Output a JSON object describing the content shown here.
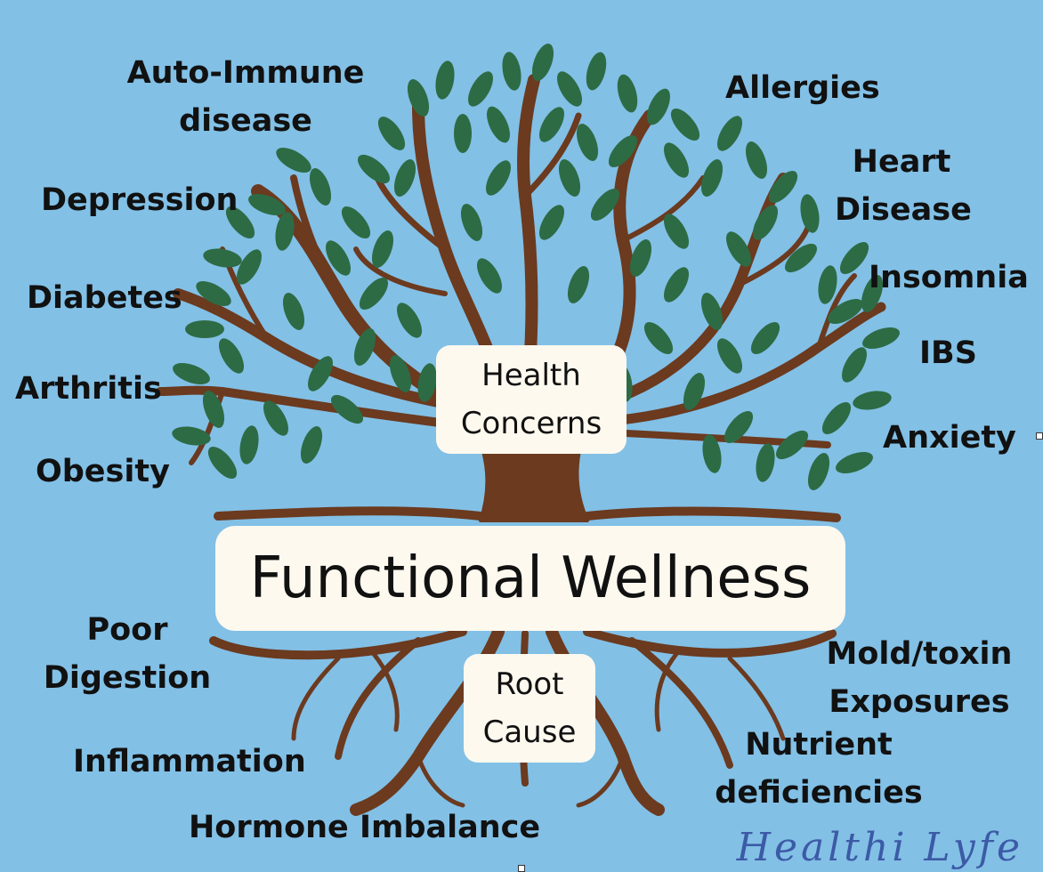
{
  "colors": {
    "background": "#82c0e6",
    "trunk": "#6b3a1f",
    "leaf": "#2d6b45",
    "box": "#fdf9ef",
    "text": "#111111",
    "brand": "#3c5aa6"
  },
  "center": {
    "title": "Functional Wellness",
    "health_concerns": "Health\nConcerns",
    "root_cause": "Root\nCause"
  },
  "health_concerns_left": [
    "Auto-Immune\ndisease",
    "Depression",
    "Diabetes",
    "Arthritis",
    "Obesity"
  ],
  "health_concerns_right": [
    "Allergies",
    "Heart\nDisease",
    "Insomnia",
    "IBS",
    "Anxiety"
  ],
  "root_causes_left": [
    "Poor\nDigestion",
    "Inflammation",
    "Hormone Imbalance"
  ],
  "root_causes_right": [
    "Mold/toxin\nExposures",
    "Nutrient\ndeficiencies"
  ],
  "brand": "Healthi Lyfe"
}
